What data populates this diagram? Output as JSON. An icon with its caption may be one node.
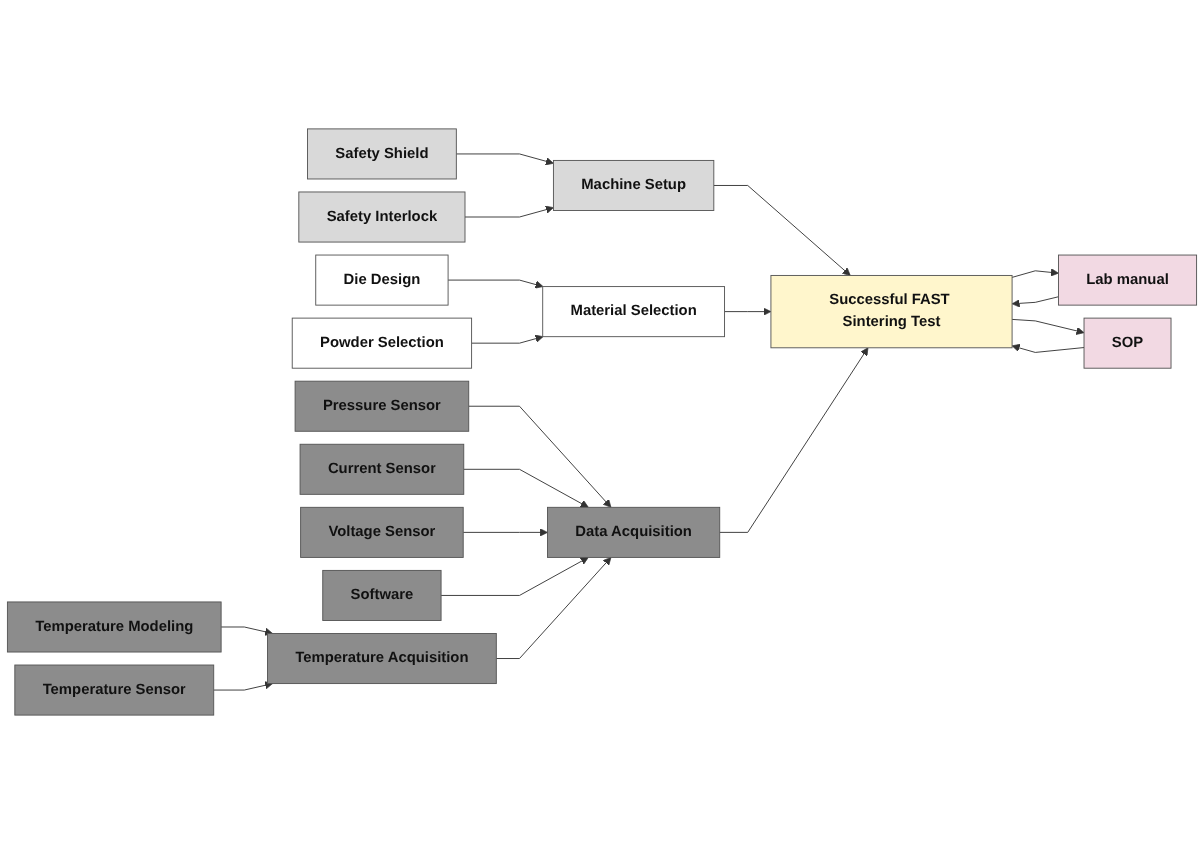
{
  "diagram": {
    "nodes": [
      {
        "text": [
          "Safety Shield"
        ]
      },
      {
        "text": [
          "Safety Interlock"
        ]
      },
      {
        "text": [
          "Die Design"
        ]
      },
      {
        "text": [
          "Powder Selection"
        ]
      },
      {
        "text": [
          "Pressure Sensor"
        ]
      },
      {
        "text": [
          "Current Sensor"
        ]
      },
      {
        "text": [
          "Voltage Sensor"
        ]
      },
      {
        "text": [
          "Software"
        ]
      },
      {
        "text": [
          "Temperature Modeling"
        ]
      },
      {
        "text": [
          "Temperature Sensor"
        ]
      },
      {
        "text": [
          "Temperature Acquisition"
        ]
      },
      {
        "text": [
          "Machine Setup"
        ]
      },
      {
        "text": [
          "Material Selection"
        ]
      },
      {
        "text": [
          "Data Acquisition"
        ]
      },
      {
        "text": [
          "Lab manual"
        ]
      },
      {
        "text": [
          "Successful FAST Sintering Test"
        ]
      },
      {
        "text": [
          "SOP"
        ]
      }
    ],
    "edges": [
      {
        "from": 0,
        "to": 11,
        "arrow": "to"
      },
      {
        "from": 1,
        "to": 11,
        "arrow": "to"
      },
      {
        "from": 2,
        "to": 12,
        "arrow": "to"
      },
      {
        "from": 3,
        "to": 12,
        "arrow": "to"
      },
      {
        "from": 4,
        "to": 13,
        "arrow": "to"
      },
      {
        "from": 5,
        "to": 13,
        "arrow": "to"
      },
      {
        "from": 6,
        "to": 13,
        "arrow": "to"
      },
      {
        "from": 7,
        "to": 13,
        "arrow": "to"
      },
      {
        "from": 8,
        "to": 10,
        "arrow": "to"
      },
      {
        "from": 9,
        "to": 10,
        "arrow": "to"
      },
      {
        "from": 10,
        "to": 13,
        "arrow": "to"
      },
      {
        "from": 11,
        "to": 15,
        "arrow": "to"
      },
      {
        "from": 12,
        "to": 15,
        "arrow": "to"
      },
      {
        "from": 13,
        "to": 15,
        "arrow": "to"
      },
      {
        "from": 14,
        "to": 15,
        "arrow": "to"
      },
      {
        "from": 15,
        "to": 14,
        "arrow": "to"
      },
      {
        "from": 15,
        "to": 16,
        "arrow": "to"
      },
      {
        "from": 16,
        "to": 15,
        "arrow": "to"
      }
    ]
  }
}
